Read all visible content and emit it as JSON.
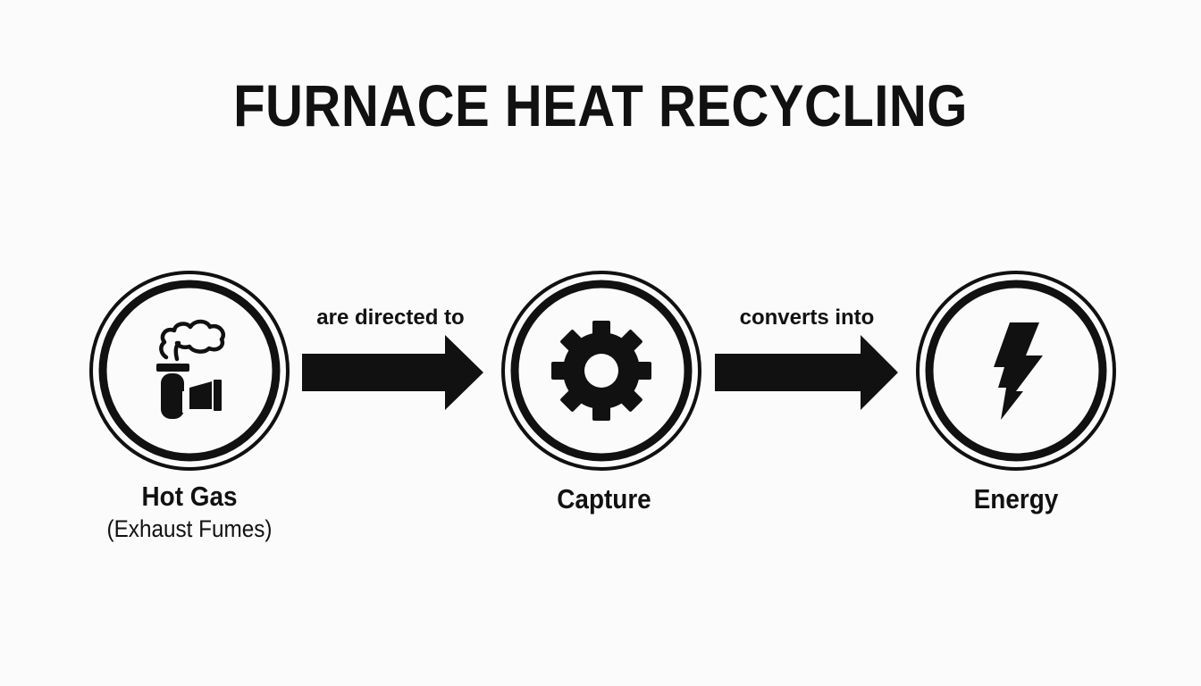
{
  "title": "FURNACE HEAT RECYCLING",
  "nodes": [
    {
      "id": "hot-gas",
      "label": "Hot Gas",
      "sublabel": "(Exhaust Fumes)",
      "icon": "exhaust-pipe-icon"
    },
    {
      "id": "capture",
      "label": "Capture",
      "sublabel": "",
      "icon": "gear-icon"
    },
    {
      "id": "energy",
      "label": "Energy",
      "sublabel": "",
      "icon": "lightning-bolt-icon"
    }
  ],
  "edges": [
    {
      "from": "hot-gas",
      "to": "capture",
      "label": "are directed to"
    },
    {
      "from": "capture",
      "to": "energy",
      "label": "converts into"
    }
  ],
  "colors": {
    "ink": "#111111",
    "background": "#fbfbfb"
  }
}
